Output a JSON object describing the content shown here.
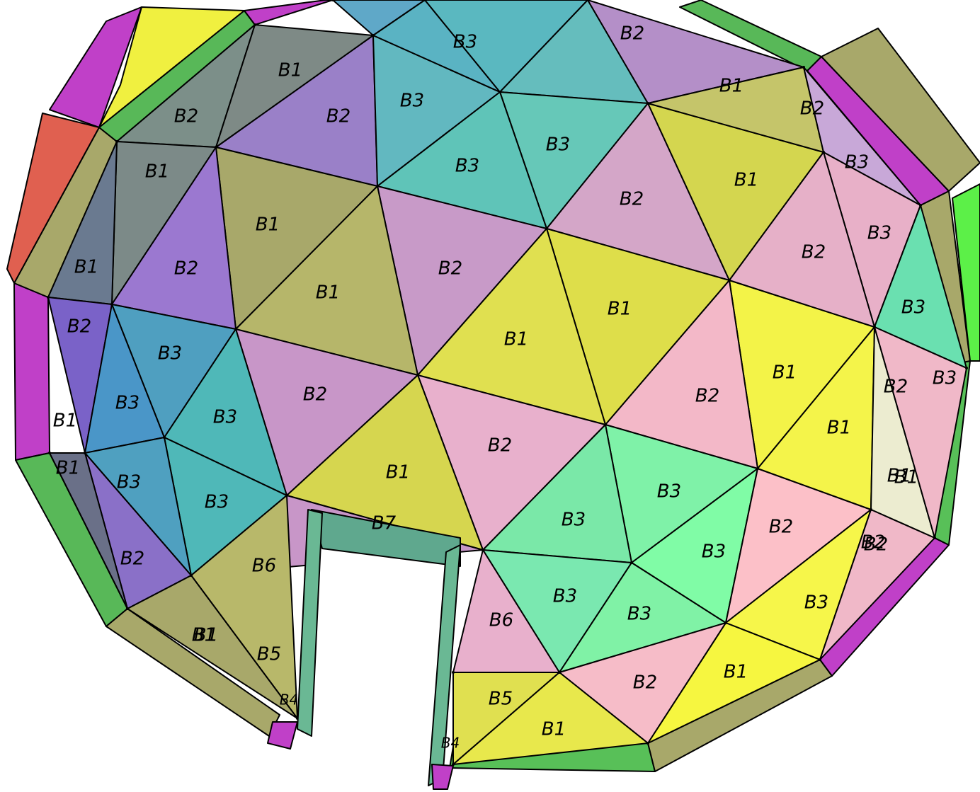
{
  "diagram": {
    "type": "geodesic-dome-panel-layout",
    "legend": {
      "B1": "#c9c96a",
      "B2": "#c79ac9",
      "B3": "#62c2b8",
      "B4": "#9a8f9a",
      "B5": "#d8d466",
      "B6": "#d3a0cf",
      "B7": "#d8d86a"
    },
    "labels": [
      "B1",
      "B2",
      "B3",
      "B2",
      "B1",
      "B2",
      "B3",
      "B1",
      "B2",
      "B3",
      "B3",
      "B1",
      "B2",
      "B1",
      "B1",
      "B2",
      "B3",
      "B1",
      "B2",
      "B1",
      "B2",
      "B2",
      "B1",
      "B3",
      "B1",
      "B1",
      "B3",
      "B3",
      "B2",
      "B3",
      "B2",
      "B1",
      "B2",
      "B3",
      "B1",
      "B3",
      "B2",
      "B3",
      "B3",
      "B2",
      "B1",
      "B2",
      "B1",
      "B3",
      "B3",
      "B3",
      "B6",
      "B2",
      "B3",
      "B3",
      "B1",
      "B6",
      "B1",
      "B2",
      "B5",
      "B1",
      "B5",
      "B1",
      "B2",
      "B1",
      "B7",
      "B4",
      "B4",
      "B3",
      "B2",
      "B1",
      "B3"
    ],
    "door": {
      "label": "B7"
    }
  }
}
